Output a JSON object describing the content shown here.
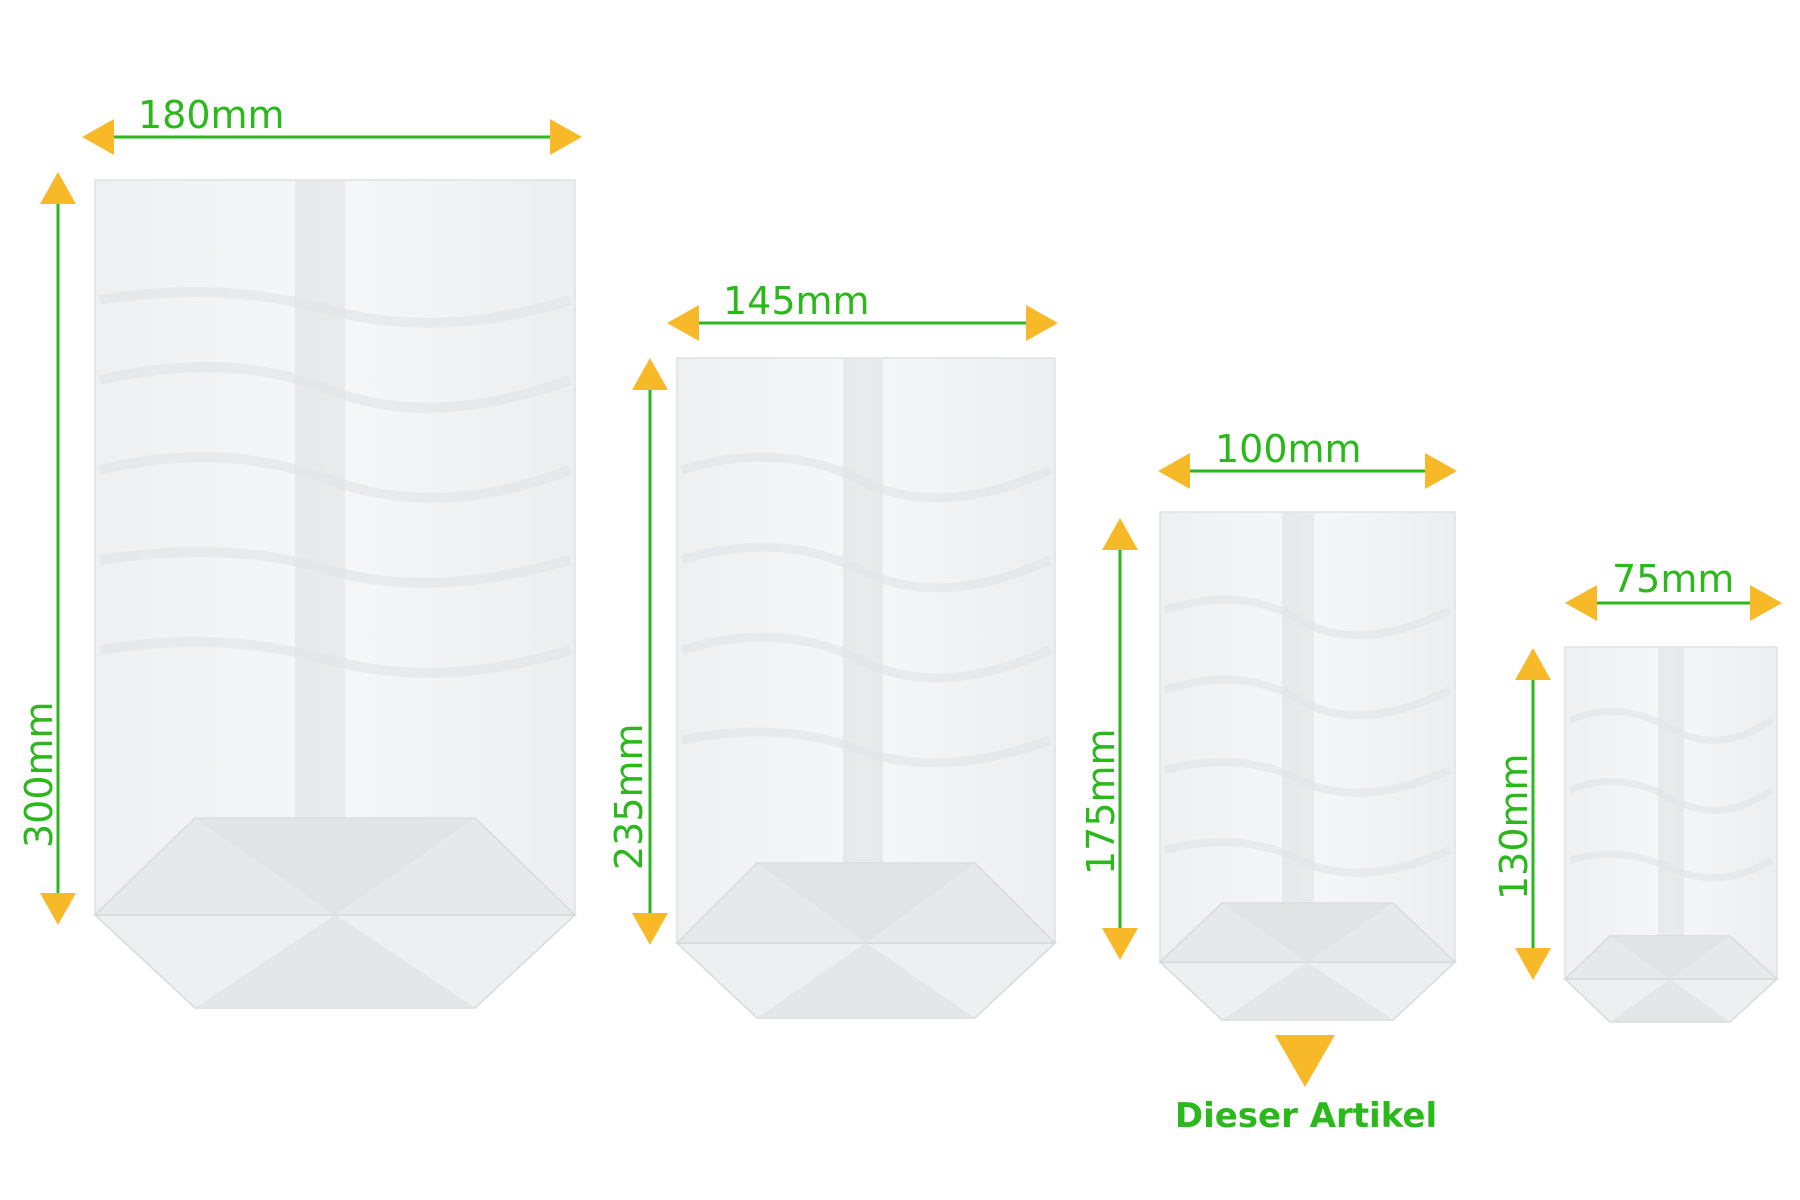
{
  "colors": {
    "dimension_text": "#2ab81b",
    "dimension_line": "#2ab81b",
    "arrow": "#f7b928",
    "bag_fill": "#f3f4f5",
    "bag_edge": "#dcdfe1",
    "seam": "#e2e5e7",
    "background": "#ffffff"
  },
  "bags": [
    {
      "id": "bag-1",
      "width_label": "180mm",
      "height_label": "300mm"
    },
    {
      "id": "bag-2",
      "width_label": "145mm",
      "height_label": "235mm"
    },
    {
      "id": "bag-3",
      "width_label": "100mm",
      "height_label": "175mm"
    },
    {
      "id": "bag-4",
      "width_label": "75mm",
      "height_label": "130mm"
    }
  ],
  "marker": {
    "label": "Dieser Artikel",
    "icon": "down-triangle-icon"
  }
}
